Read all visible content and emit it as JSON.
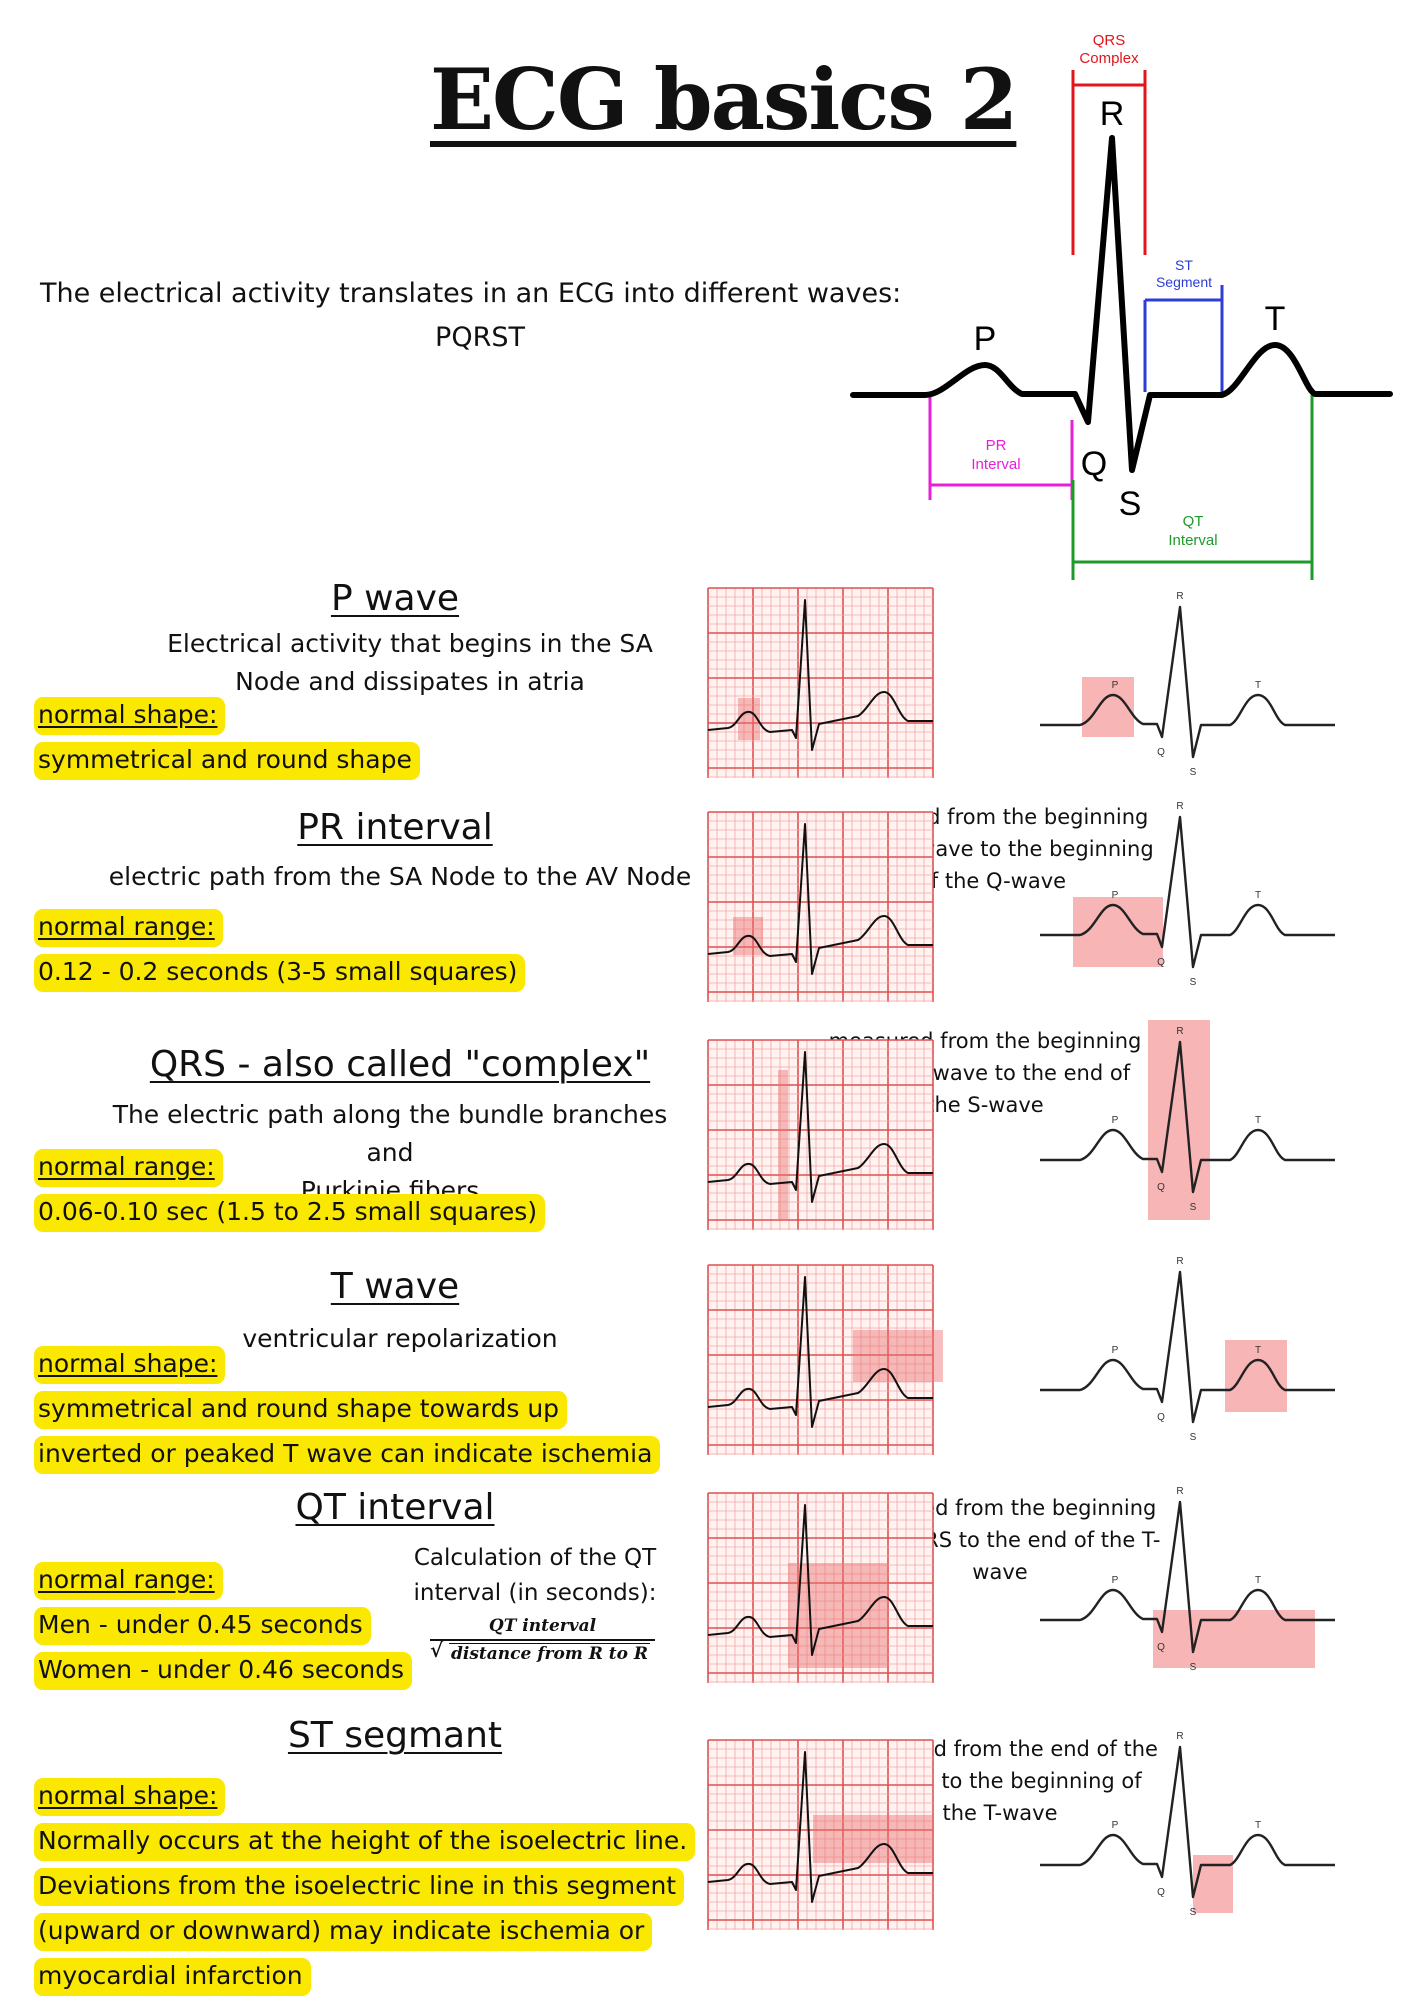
{
  "page": {
    "title": "ECG basics  2",
    "intro_line1": "The electrical activity translates in an ECG into different waves:",
    "intro_line2": "PQRST"
  },
  "diagram": {
    "qrs_label_1": "QRS",
    "qrs_label_2": "Complex",
    "st_label_1": "ST",
    "st_label_2": "Segment",
    "pr_label_1": "PR",
    "pr_label_2": "Interval",
    "qt_label_1": "QT",
    "qt_label_2": "Interval",
    "letters": {
      "p": "P",
      "q": "Q",
      "r": "R",
      "s": "S",
      "t": "T"
    },
    "colors": {
      "qrs": "#e2141c",
      "st": "#2c3ed6",
      "pr": "#e620d8",
      "qt": "#1e9a2a",
      "highlight": "#fbe800",
      "box": "#f4a6a6"
    }
  },
  "sections": [
    {
      "id": "p-wave",
      "title": "P wave",
      "desc": [
        "Electrical activity that begins in the SA",
        "Node and dissipates in atria"
      ],
      "label": "normal shape:",
      "lines": [
        "symmetrical and round shape"
      ]
    },
    {
      "id": "pr-interval",
      "title": "PR interval",
      "desc": [
        "electric path from the SA Node to the AV Node"
      ],
      "label": "normal range:",
      "lines": [
        "0.12 - 0.2 seconds (3-5 small squares)"
      ],
      "note": [
        "measured from the beginning",
        "of the P-wave to the beginning",
        "of the Q-wave"
      ]
    },
    {
      "id": "qrs",
      "title": "QRS - also called \"complex\"",
      "desc": [
        "The electric path along the bundle branches and",
        "Purkinje fibers"
      ],
      "label": "normal range:",
      "lines": [
        "0.06-0.10 sec (1.5 to 2.5 small squares)"
      ],
      "note": [
        "measured from the beginning",
        "of the Q-wave to the end of",
        "the S-wave"
      ]
    },
    {
      "id": "t-wave",
      "title": "T wave",
      "desc": [
        "ventricular repolarization"
      ],
      "label": "normal shape:",
      "lines": [
        "symmetrical and round shape towards up",
        "inverted or peaked T wave can indicate ischemia"
      ]
    },
    {
      "id": "qt-interval",
      "title": "QT interval",
      "label": "normal range:",
      "lines": [
        "Men - under 0.45 seconds",
        "Women - under 0.46 seconds"
      ],
      "calc": [
        "Calculation of the QT",
        "interval (in seconds):"
      ],
      "formula_num": "QT  interval",
      "formula_den": "distance from R to R",
      "note": [
        "measured from the beginning",
        "of the QRS to the end of the T-",
        "wave"
      ]
    },
    {
      "id": "st-segment",
      "title": "ST segmant",
      "label": "normal shape:",
      "lines": [
        "Normally occurs at the height of the isoelectric line.",
        "Deviations from the isoelectric line in this segment",
        "(upward or downward) may indicate ischemia or",
        "myocardial infarction"
      ],
      "note": [
        "measured from the end of the",
        "S-wave to the beginning of",
        "the T-wave"
      ]
    }
  ]
}
